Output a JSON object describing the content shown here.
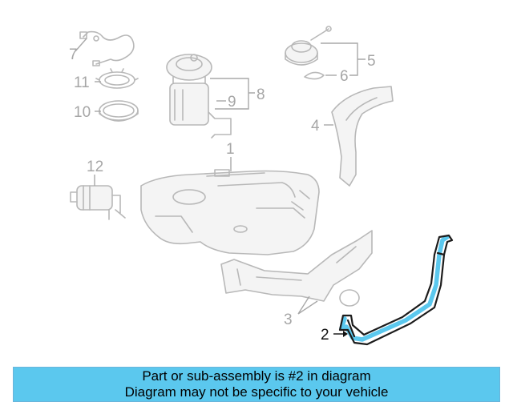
{
  "diagram": {
    "callouts": [
      "1",
      "2",
      "3",
      "4",
      "5",
      "6",
      "7",
      "8",
      "9",
      "10",
      "11",
      "12"
    ],
    "highlight_color": "#5bc8ee",
    "part_color": "#b8b8b8"
  },
  "banner": {
    "line1": "Part or sub-assembly is #2 in diagram",
    "line2": "Diagram may not be specific to your vehicle",
    "background": "#5bc8ee"
  }
}
